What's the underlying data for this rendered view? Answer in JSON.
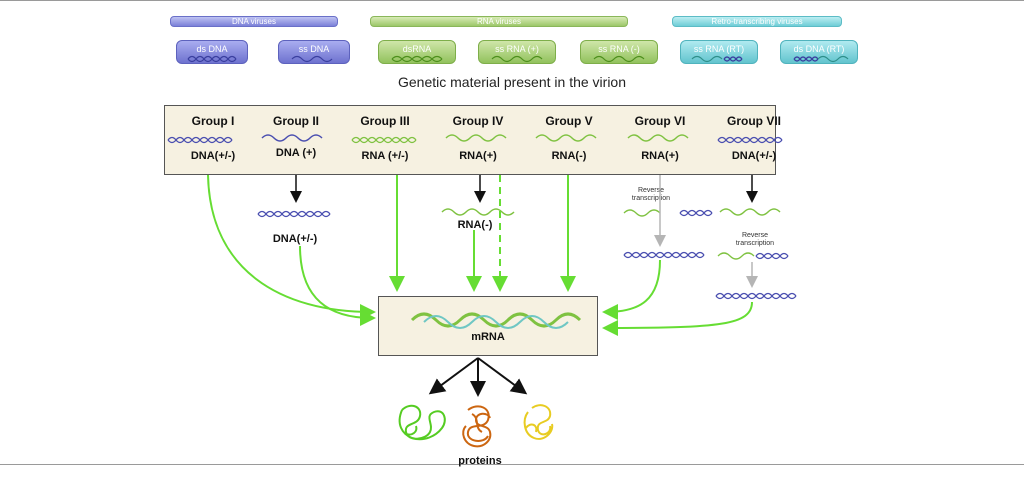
{
  "categories": {
    "dna": "DNA viruses",
    "rna": "RNA viruses",
    "rt": "Retro-transcribing viruses"
  },
  "pills": [
    {
      "label": "ds DNA",
      "kind": "dna"
    },
    {
      "label": "ss DNA",
      "kind": "dna"
    },
    {
      "label": "dsRNA",
      "kind": "rna"
    },
    {
      "label": "ss RNA (+)",
      "kind": "rna"
    },
    {
      "label": "ss RNA (-)",
      "kind": "rna"
    },
    {
      "label": "ss RNA (RT)",
      "kind": "rt"
    },
    {
      "label": "ds DNA (RT)",
      "kind": "rt"
    }
  ],
  "subtitle": "Genetic material present in the virion",
  "groups": [
    {
      "name": "Group I",
      "type": "DNA(+/-)"
    },
    {
      "name": "Group II",
      "type": "DNA (+)"
    },
    {
      "name": "Group III",
      "type": "RNA (+/-)"
    },
    {
      "name": "Group IV",
      "type": "RNA(+)"
    },
    {
      "name": "Group V",
      "type": "RNA(-)"
    },
    {
      "name": "Group VI",
      "type": "RNA(+)"
    },
    {
      "name": "Group VII",
      "type": "DNA(+/-)"
    }
  ],
  "intermediates": {
    "group2": "DNA(+/-)",
    "group4": "RNA(-)",
    "rt_label_6": "Reverse transcription",
    "rt_label_7": "Reverse transcription"
  },
  "mrna": "mRNA",
  "proteins": "proteins",
  "colors": {
    "arrow_green": "#66dd33",
    "arrow_black": "#111111",
    "arrow_gray": "#b5b5b5",
    "dna_blue": "#4a4fb0",
    "rna_green": "#7fc241",
    "rna_teal": "#6fc7c4",
    "protein_green": "#55cc22",
    "protein_orange": "#cc6611",
    "protein_yellow": "#e8cc22"
  }
}
